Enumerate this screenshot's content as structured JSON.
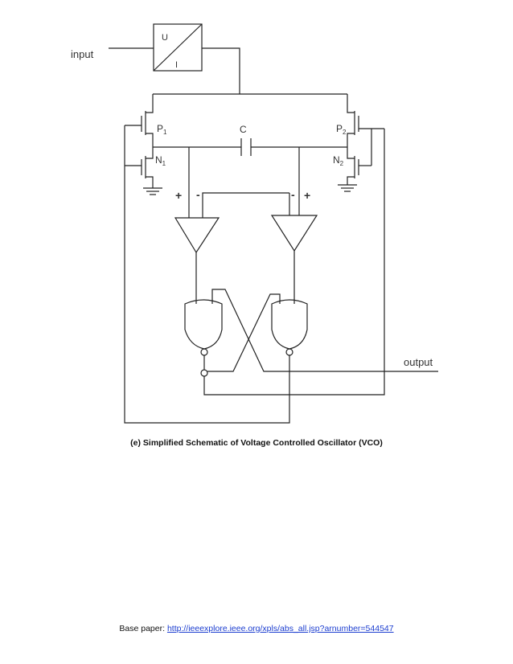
{
  "diagram": {
    "input_label": "input",
    "output_label": "output",
    "converter_top": "U",
    "converter_bottom": "I",
    "capacitor_label": "C",
    "p1": "P",
    "p1_sub": "1",
    "n1": "N",
    "n1_sub": "1",
    "p2": "P",
    "p2_sub": "2",
    "n2": "N",
    "n2_sub": "2",
    "comp1_plus": "+",
    "comp1_minus": "-",
    "comp2_minus": "-",
    "comp2_plus": "+"
  },
  "caption": "(e) Simplified Schematic of Voltage Controlled Oscillator (VCO)",
  "footer": {
    "prefix": "Base paper: ",
    "link_text": "http://ieeexplore.ieee.org/xpls/abs_all.jsp?arnumber=544547"
  },
  "colors": {
    "line": "#222222",
    "link": "#1a3ccf"
  }
}
